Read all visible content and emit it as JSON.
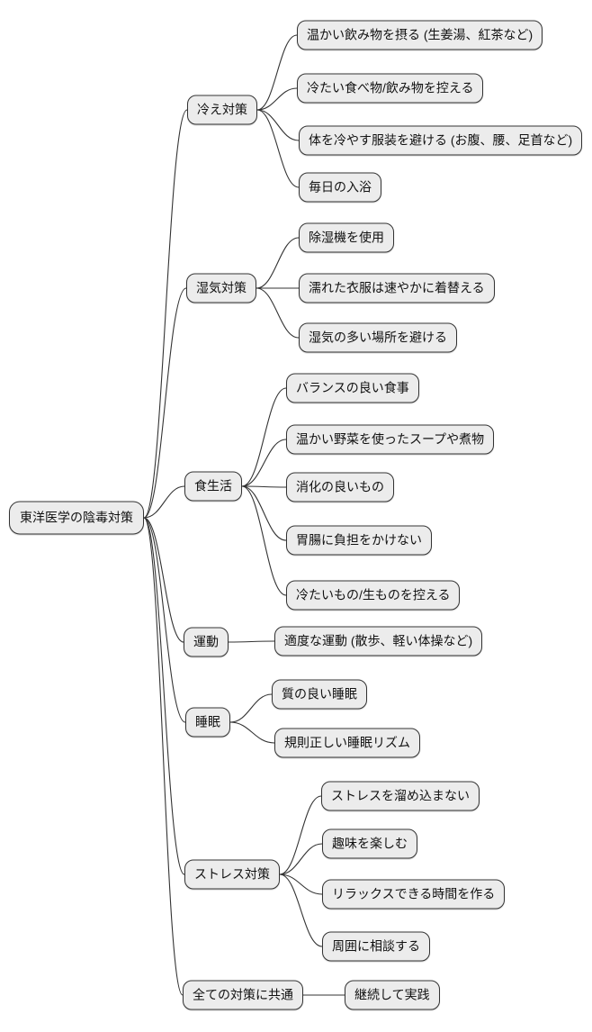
{
  "mindmap": {
    "root": "東洋医学の陰毒対策",
    "branches": [
      {
        "label": "冷え対策",
        "children": [
          "温かい飲み物を摂る (生姜湯、紅茶など)",
          "冷たい食べ物/飲み物を控える",
          "体を冷やす服装を避ける (お腹、腰、足首など)",
          "毎日の入浴"
        ]
      },
      {
        "label": "湿気対策",
        "children": [
          "除湿機を使用",
          "濡れた衣服は速やかに着替える",
          "湿気の多い場所を避ける"
        ]
      },
      {
        "label": "食生活",
        "children": [
          "バランスの良い食事",
          "温かい野菜を使ったスープや煮物",
          "消化の良いもの",
          "胃腸に負担をかけない",
          "冷たいもの/生ものを控える"
        ]
      },
      {
        "label": "運動",
        "children": [
          "適度な運動 (散歩、軽い体操など)"
        ]
      },
      {
        "label": "睡眠",
        "children": [
          "質の良い睡眠",
          "規則正しい睡眠リズム"
        ]
      },
      {
        "label": "ストレス対策",
        "children": [
          "ストレスを溜め込まない",
          "趣味を楽しむ",
          "リラックスできる時間を作る",
          "周囲に相談する"
        ]
      },
      {
        "label": "全ての対策に共通",
        "children": [
          "継続して実践"
        ]
      }
    ]
  },
  "colors": {
    "background": "#ffffff",
    "node_fill": "#ececec",
    "node_border": "#333333",
    "edge": "#333333",
    "text": "#111111"
  }
}
